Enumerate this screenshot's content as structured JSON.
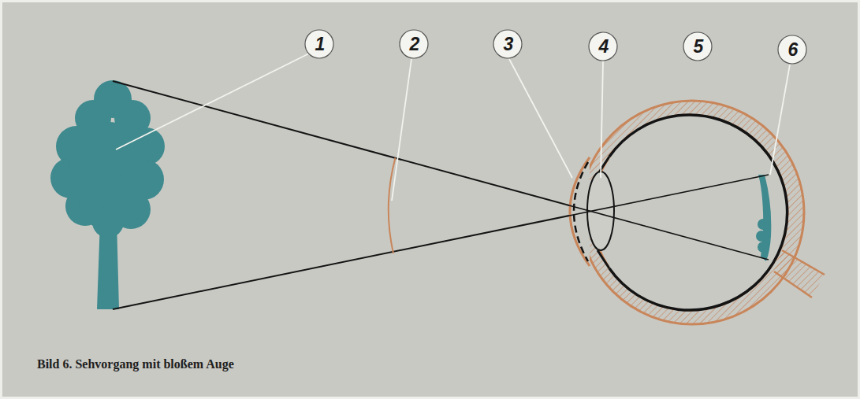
{
  "diagram": {
    "caption": "Bild 6. Sehvorgang mit bloßem Auge",
    "labels": [
      "1",
      "2",
      "3",
      "4",
      "5",
      "6"
    ]
  }
}
